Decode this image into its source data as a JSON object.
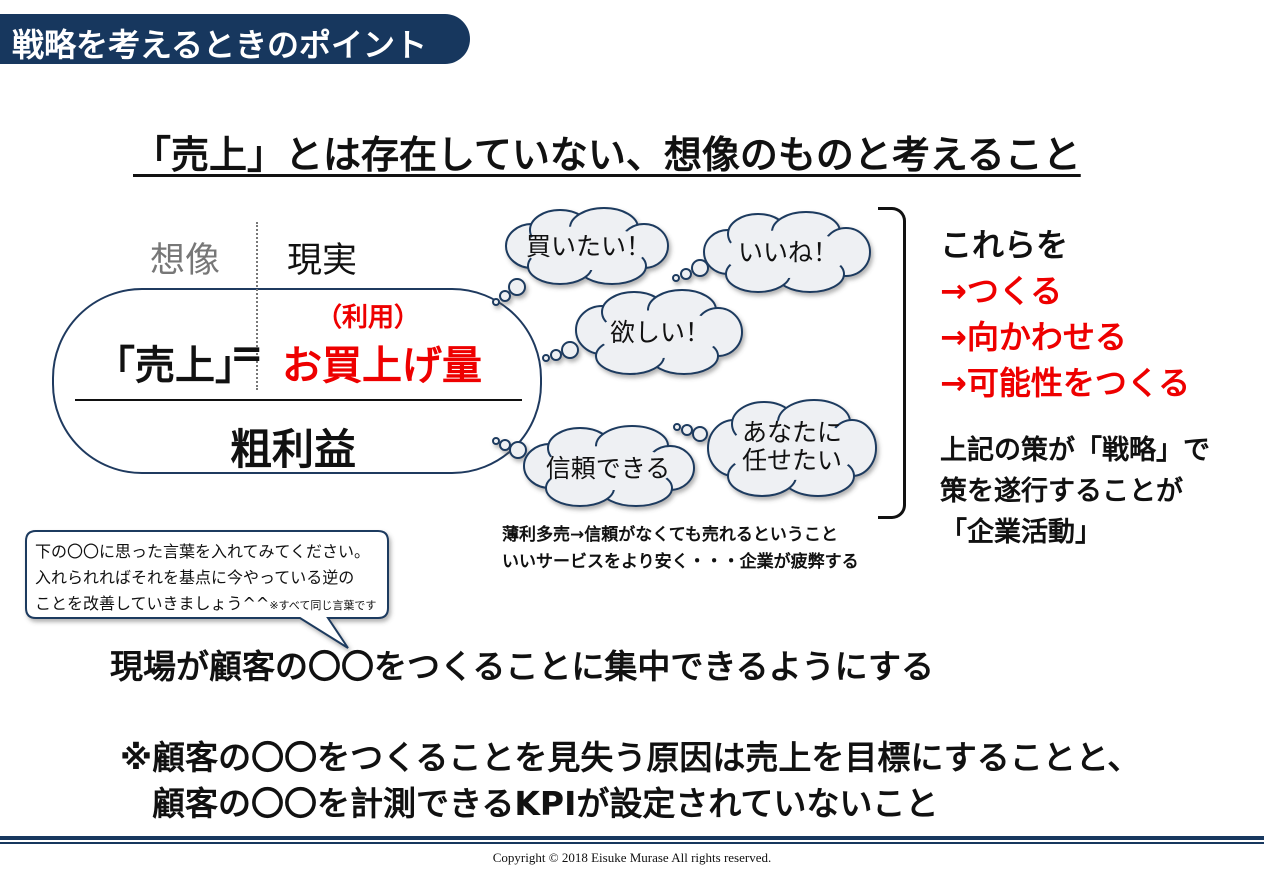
{
  "header": {
    "title": "戦略を考えるときのポイント"
  },
  "main_heading": "「売上」とは存在していない、想像のものと考えること",
  "labels": {
    "imagination": "想像",
    "reality": "現実"
  },
  "formula": {
    "lhs": "「売上」",
    "equals": "=",
    "sub_label": "（利用）",
    "rhs": "お買上げ量",
    "denominator": "粗利益"
  },
  "clouds": {
    "want_to_buy": "買いたい！",
    "nice": "いいね！",
    "want": "欲しい！",
    "trust": "信頼できる",
    "entrust_1": "あなたに",
    "entrust_2": "任せたい"
  },
  "right_panel": {
    "line1": "これらを",
    "line2": "→つくる",
    "line3": "→向かわせる",
    "line4": "→可能性をつくる",
    "line5": "上記の策が「戦略」で",
    "line6": "策を遂行することが",
    "line7": "「企業活動」"
  },
  "notes": {
    "line1": "薄利多売→信頼がなくても売れるということ",
    "line2": "いいサービスをより安く・・・企業が疲弊する"
  },
  "callout": {
    "line1": "下の〇〇に思った言葉を入れてみてください。",
    "line2": "入れられればそれを基点に今やっている逆の",
    "line3": "ことを改善していきましょう^^",
    "line3_small": "※すべて同じ言葉です"
  },
  "statements": {
    "s1": "現場が顧客の〇〇をつくることに集中できるようにする",
    "s2": "※顧客の〇〇をつくることを見失う原因は売上を目標にすることと、",
    "s3": "顧客の〇〇を計測できるKPIが設定されていないこと"
  },
  "footer": {
    "copyright": "Copyright © 2018  Eisuke Murase  All rights reserved."
  },
  "colors": {
    "navy": "#17375e",
    "accent_red": "#e00000"
  }
}
